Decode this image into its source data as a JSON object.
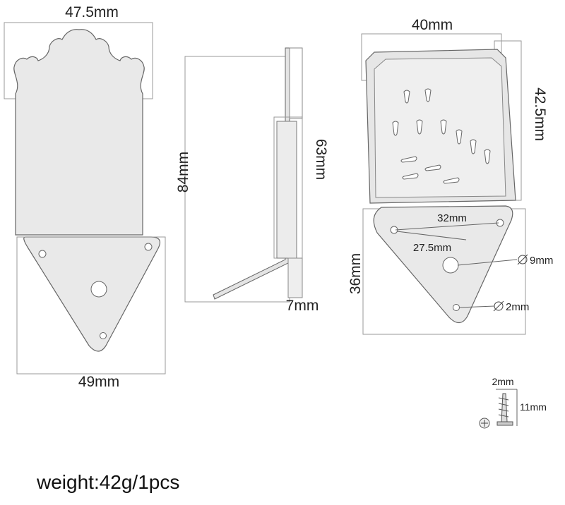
{
  "front_view": {
    "top_width": "47.5mm",
    "bottom_width": "49mm"
  },
  "side_view": {
    "total_length": "84mm",
    "plate_length": "63mm",
    "thickness": "7mm"
  },
  "top_view": {
    "width": "40mm",
    "depth": "42.5mm",
    "triangle_height": "36mm",
    "hole_spacing_outer": "32mm",
    "hole_spacing_inner": "27.5mm",
    "center_hole_diameter": "9mm",
    "mount_hole_diameter": "2mm"
  },
  "screw": {
    "diameter": "2mm",
    "length": "11mm"
  },
  "spec": {
    "weight": "weight:42g/1pcs"
  },
  "colors": {
    "plate_fill": "#e9e9e9",
    "line": "#555555",
    "dimension_text": "#222222"
  }
}
